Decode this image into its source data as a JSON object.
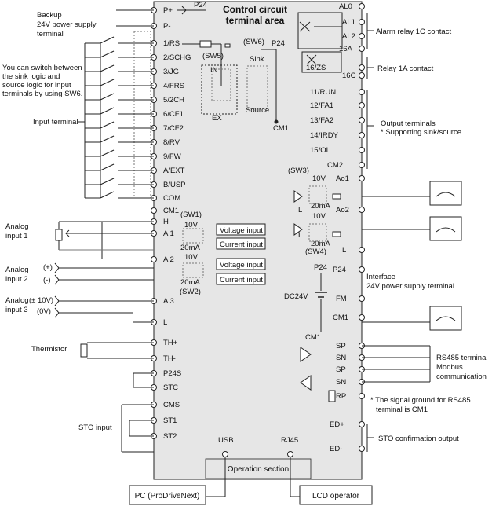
{
  "title_line1": "Control circuit",
  "title_line2": "terminal area",
  "left_notes": {
    "backup": [
      "Backup",
      "24V power supply",
      "terminal"
    ],
    "switch_note": [
      "You can switch between",
      "the sink logic and",
      "source logic for input",
      "terminals by using SW6."
    ],
    "input_terminal": "Input terminal",
    "analog1": [
      "Analog",
      "input 1"
    ],
    "analog2": [
      "Analog",
      "input 2"
    ],
    "analog3": [
      "Analog",
      "input 3"
    ],
    "analog2_plus": "(+)",
    "analog2_minus": "(-)",
    "analog3_pm10": "(± 10V)",
    "analog3_0v": "(0V)",
    "thermistor": "Thermistor",
    "sto_input": "STO input"
  },
  "left_terminals": [
    "P+",
    "P-",
    "1/RS",
    "2/SCHG",
    "3/JG",
    "4/FRS",
    "5/2CH",
    "6/CF1",
    "7/CF2",
    "8/RV",
    "9/FW",
    "A/EXT",
    "B/USP",
    "COM",
    "CM1",
    "H",
    "Ai1",
    "Ai2",
    "Ai3",
    "L",
    "TH+",
    "TH-",
    "P24S",
    "STC",
    "CMS",
    "ST1",
    "ST2"
  ],
  "right_terminals": [
    "AL0",
    "AL1",
    "AL2",
    "16A",
    "16C",
    "16/ZS",
    "11/RUN",
    "12/FA1",
    "13/FA2",
    "14/IRDY",
    "15/OL",
    "CM2",
    "Ao1",
    "Ao2",
    "L",
    "P24",
    "FM",
    "CM1",
    "SP",
    "SN",
    "SP",
    "SN",
    "RP",
    "ED+",
    "ED-"
  ],
  "inner_labels": {
    "p24_top": "P24",
    "sw6": "(SW6)",
    "sw5": "(SW5)",
    "sink": "Sink",
    "in": "IN",
    "ex": "EX",
    "source": "Source",
    "p24_mid": "P24",
    "cm1_inner": "CM1",
    "sw1": "(SW1)",
    "sw1_10v": "10V",
    "sw1_20ma": "20mA",
    "voltage_input_1": "Voltage input",
    "current_input_1": "Current input",
    "sw2_10v": "10V",
    "sw2_20ma": "20mA",
    "voltage_input_2": "Voltage input",
    "current_input_2": "Current input",
    "sw2": "(SW2)",
    "sw3": "(SW3)",
    "ao_10v": "10V",
    "ao_20ma": "20mA",
    "ao2_10v": "10V",
    "ao2_20ma": "20mA",
    "sw4": "(SW4)",
    "l_ao1": "L",
    "l_ao2": "L",
    "p24_dc": "P24",
    "dc24v": "DC24V",
    "cm1_dc": "CM1",
    "usb": "USB",
    "rj45": "RJ45",
    "operation_section": "Operation section"
  },
  "right_notes": {
    "alarm": "Alarm relay 1C contact",
    "relay": "Relay 1A contact",
    "output": [
      "Output terminals",
      "* Supporting sink/source"
    ],
    "interface": [
      "Interface",
      "24V power supply terminal"
    ],
    "rs485": [
      "RS485 terminal",
      "Modbus",
      "communication"
    ],
    "ground_note": [
      "* The signal ground for RS485",
      "terminal is CM1"
    ],
    "sto_conf": "STO confirmation output"
  },
  "bottom": {
    "pc": "PC (ProDriveNext)",
    "lcd": "LCD operator"
  },
  "colors": {
    "panel": "#e6e6e6",
    "line": "#222222",
    "dotted": "#777777"
  }
}
